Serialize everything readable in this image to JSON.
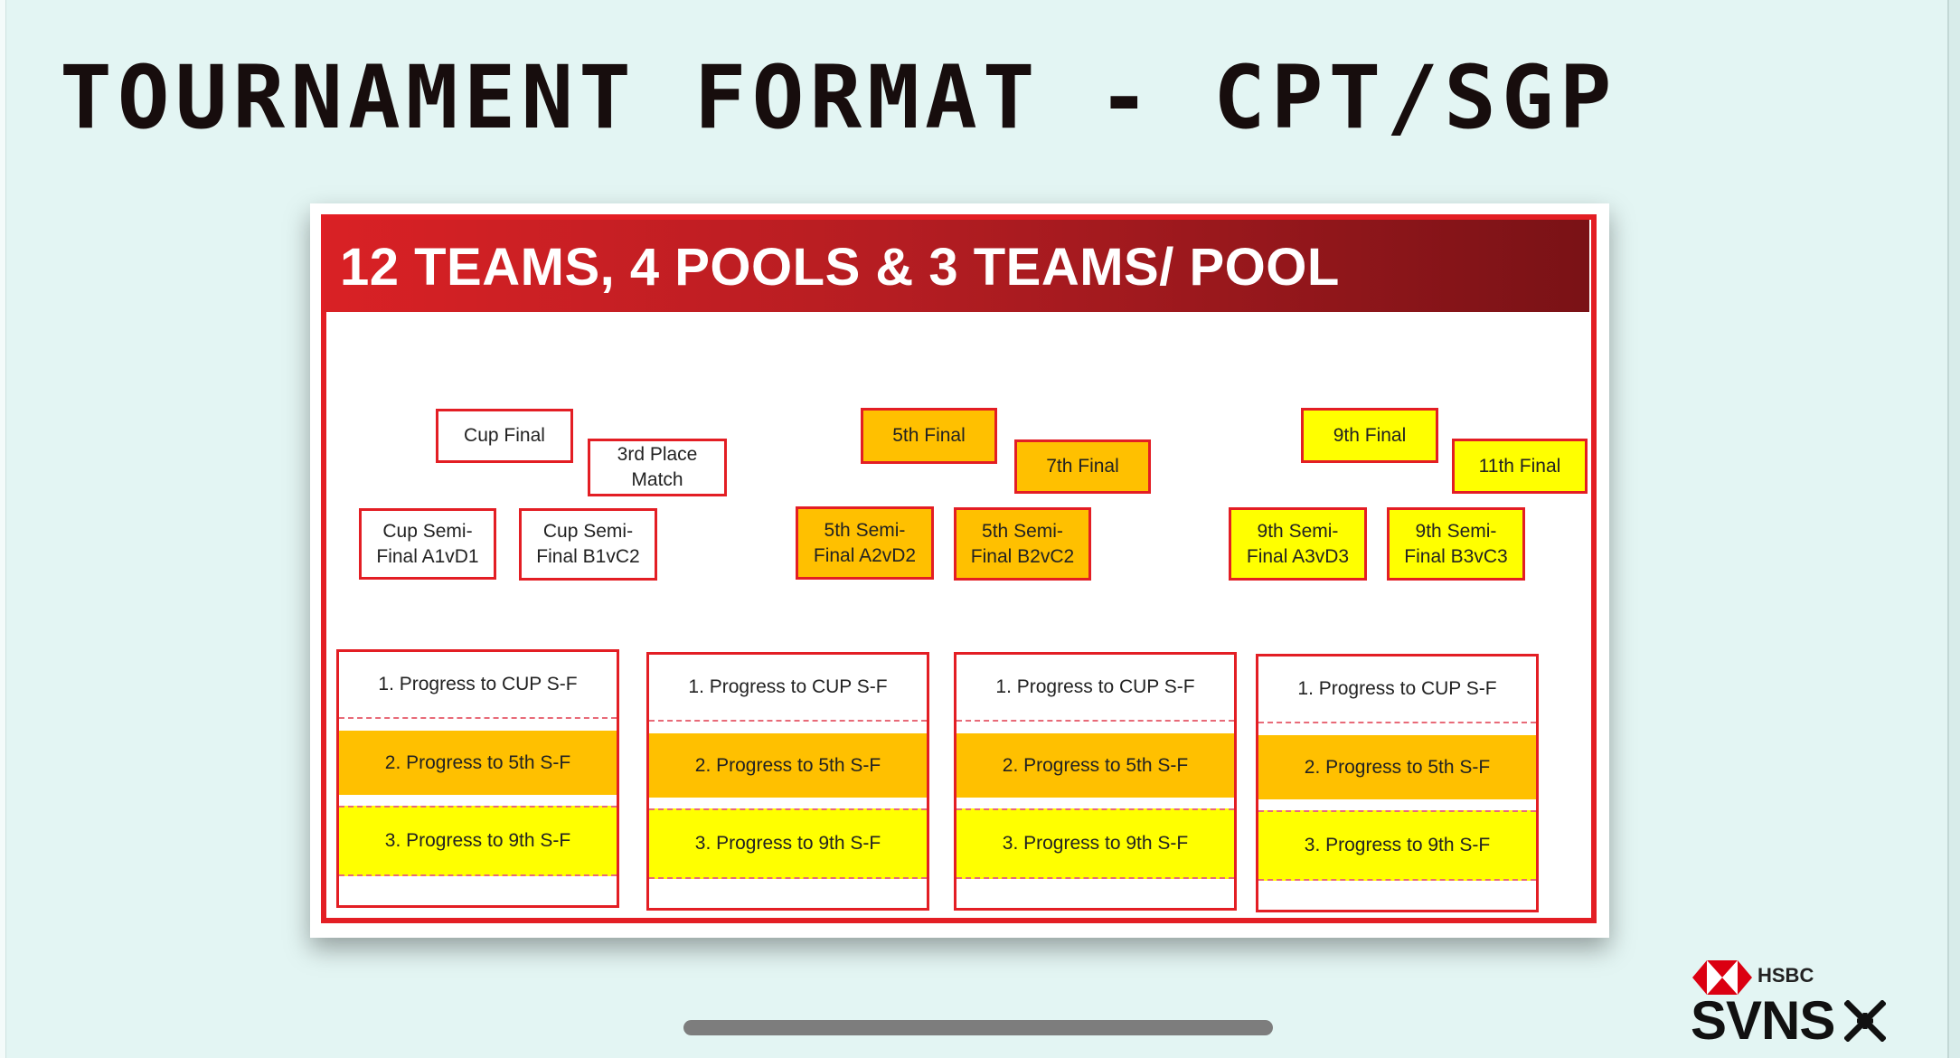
{
  "title": "TOURNAMENT FORMAT - CPT/SGP",
  "slide": {
    "banner": "12 TEAMS, 4 POOLS & 3 TEAMS/ POOL",
    "finals": {
      "cup_final": "Cup Final",
      "third_place": "3rd Place\nMatch",
      "fifth_final": "5th Final",
      "seventh_final": "7th Final",
      "ninth_final": "9th Final",
      "eleventh_final": "11th Final"
    },
    "semis": {
      "cup_sf_a1vd1": "Cup Semi-\nFinal A1vD1",
      "cup_sf_b1vc2": "Cup Semi-\nFinal B1vC2",
      "fifth_sf_a2vd2": "5th Semi-\nFinal A2vD2",
      "fifth_sf_b2vc2": "5th Semi-\nFinal B2vC2",
      "ninth_sf_a3vd3": "9th Semi-\nFinal A3vD3",
      "ninth_sf_b3vc3": "9th Semi-\nFinal B3vC3"
    },
    "pools": [
      {
        "row1": "1. Progress to CUP S-F",
        "row2": "2. Progress to 5th S-F",
        "row3": "3. Progress to 9th S-F"
      },
      {
        "row1": "1. Progress to CUP S-F",
        "row2": "2. Progress to 5th S-F",
        "row3": "3. Progress to 9th S-F"
      },
      {
        "row1": "1. Progress to CUP S-F",
        "row2": "2. Progress to 5th S-F",
        "row3": "3. Progress to 9th S-F"
      },
      {
        "row1": "1. Progress to CUP S-F",
        "row2": "2. Progress to 5th S-F",
        "row3": "3. Progress to 9th S-F"
      }
    ]
  },
  "logo": {
    "bank": "HSBC",
    "word": "SVNS"
  },
  "colors": {
    "background": "#e3f5f3",
    "red": "#e31e24",
    "orange": "#ffc000",
    "yellow": "#ffff00",
    "banner_dark": "#7a1216"
  }
}
